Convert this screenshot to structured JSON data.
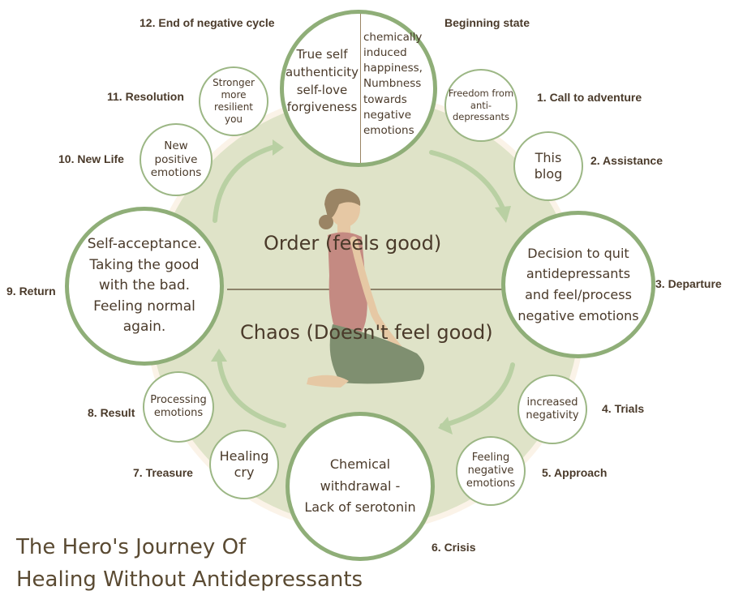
{
  "title_line1": "The Hero's Journey Of",
  "title_line2": "Healing Without Antidepressants",
  "center": {
    "order": "Order (feels good)",
    "chaos": "Chaos (Doesn't feel good)"
  },
  "top_circle": {
    "left_lines": [
      "True self",
      "authenticity",
      "self-love",
      "forgiveness"
    ],
    "right_lines": [
      "chemically",
      "induced",
      "happiness,",
      "Numbness",
      "towards",
      "negative",
      "emotions"
    ]
  },
  "stages": {
    "s12": {
      "label": "12.  End of negative cycle"
    },
    "s0": {
      "label": "Beginning state"
    },
    "s1": {
      "label": "1. Call to adventure",
      "text": [
        "Freedom from",
        "anti-",
        "depressants"
      ]
    },
    "s2": {
      "label": "2. Assistance",
      "text": [
        "This",
        "blog"
      ]
    },
    "s3": {
      "label": "3. Departure",
      "text": [
        "Decision to quit",
        "antidepressants",
        "and feel/process",
        "negative emotions"
      ]
    },
    "s4": {
      "label": "4. Trials",
      "text": [
        "increased",
        "negativity"
      ]
    },
    "s5": {
      "label": "5. Approach",
      "text": [
        "Feeling",
        "negative",
        "emotions"
      ]
    },
    "s6": {
      "label": "6. Crisis",
      "text": [
        "Chemical",
        "withdrawal -",
        "Lack of serotonin"
      ]
    },
    "s7": {
      "label": "7. Treasure",
      "text": [
        "Healing",
        "cry"
      ]
    },
    "s8": {
      "label": "8. Result",
      "text": [
        "Processing",
        "emotions"
      ]
    },
    "s9": {
      "label": "9. Return",
      "text": [
        "Self-acceptance.",
        "Taking the good",
        "with the bad.",
        "Feeling normal",
        "again."
      ]
    },
    "s10": {
      "label": "10. New Life",
      "text": [
        "New",
        "positive",
        "emotions"
      ]
    },
    "s11": {
      "label": "11. Resolution",
      "text": [
        "Stronger",
        "more resilient",
        "you"
      ]
    }
  },
  "colors": {
    "background_disk": "#dfe3c8",
    "circle_stroke": "#9cb785",
    "arrow": "#b9d0a3",
    "text": "#4a3a2a"
  }
}
